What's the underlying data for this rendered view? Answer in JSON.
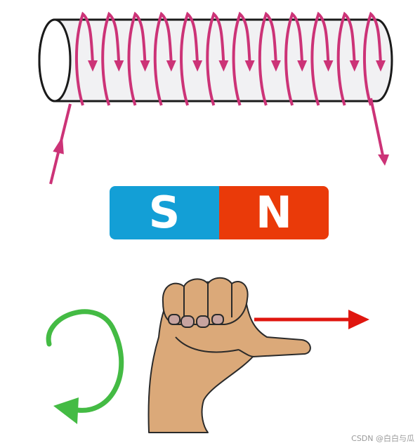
{
  "magnet": {
    "south_label": "S",
    "north_label": "N",
    "south_color": "#139fd6",
    "north_color": "#ea3a09"
  },
  "solenoid": {
    "turns": 12,
    "coil_color": "#cc3377",
    "tube_color": "#f0f0f2"
  },
  "rotation_arrow": {
    "color": "#44bb44",
    "icon": "counterclockwise-arrow-icon"
  },
  "direction_arrow": {
    "color": "#e0160f",
    "icon": "right-arrow-icon"
  },
  "hand": {
    "icon": "right-hand-thumb-icon",
    "skin_color": "#dba979"
  },
  "watermark": "CSDN @白白与瓜"
}
